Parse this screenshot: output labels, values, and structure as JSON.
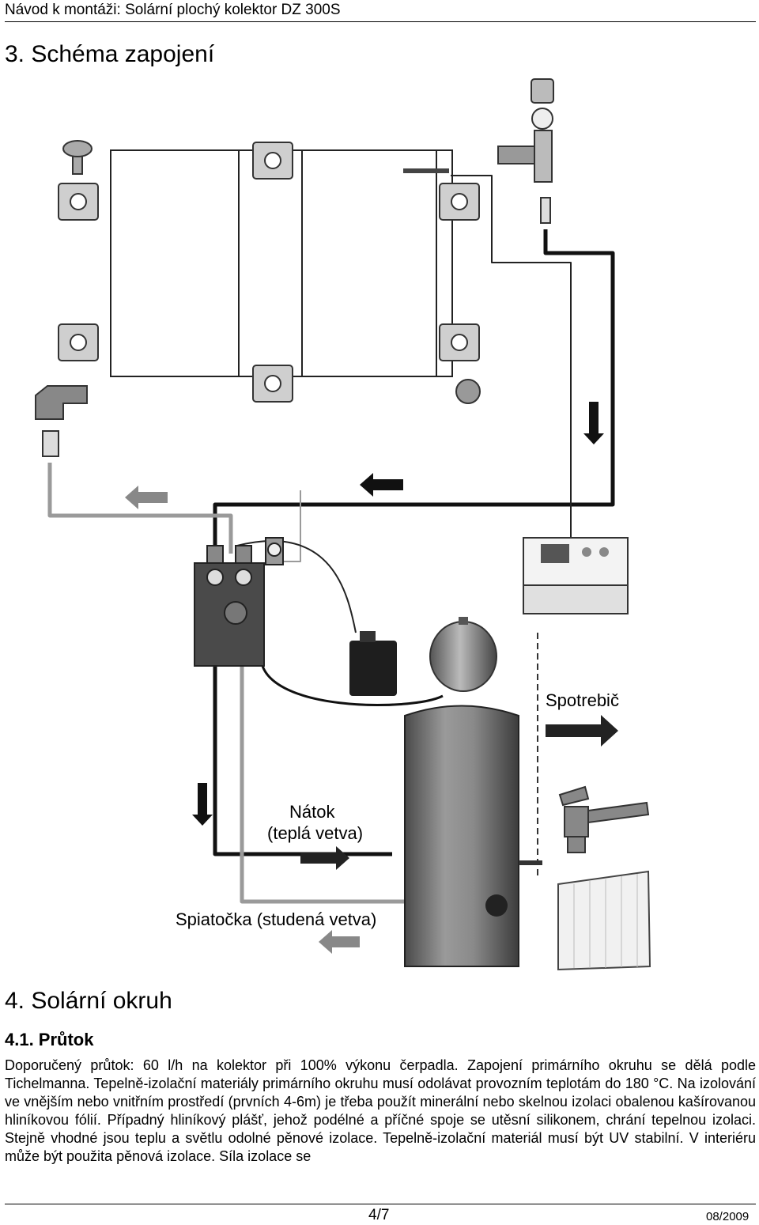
{
  "header": {
    "title": "Návod k montáži: Solární plochý kolektor DZ 300S"
  },
  "section3": {
    "heading": "3. Schéma zapojení"
  },
  "diagram": {
    "label_consumer": "Spotrebič",
    "label_flow_1": "Nátok",
    "label_flow_2": "(teplá vetva)",
    "label_return": "Spiatočka (studená vetva)"
  },
  "section4": {
    "heading": "4. Solární okruh"
  },
  "section41": {
    "heading": "4.1. Průtok",
    "paragraph": "Doporučený průtok: 60 l/h na kolektor při 100% výkonu čerpadla. Zapojení primárního okruhu se dělá podle Tichelmanna. Tepelně-izolační materiály primárního okruhu musí odolávat provozním teplotám do 180 °C. Na izolování ve vnějším nebo vnitřním prostředí (prvních 4-6m) je třeba použít minerální nebo skelnou izolaci obalenou kašírovanou hliníkovou fólií. Případný hliníkový plášť, jehož podélné a příčné spoje se utěsní silikonem, chrání tepelnou izolaci. Stejně vhodné jsou teplu a světlu odolné pěnové izolace. Tepelně-izolační materiál musí být UV stabilní. V interiéru může být použita pěnová izolace. Síla izolace se"
  },
  "footer": {
    "page": "4/7",
    "date": "08/2009"
  }
}
